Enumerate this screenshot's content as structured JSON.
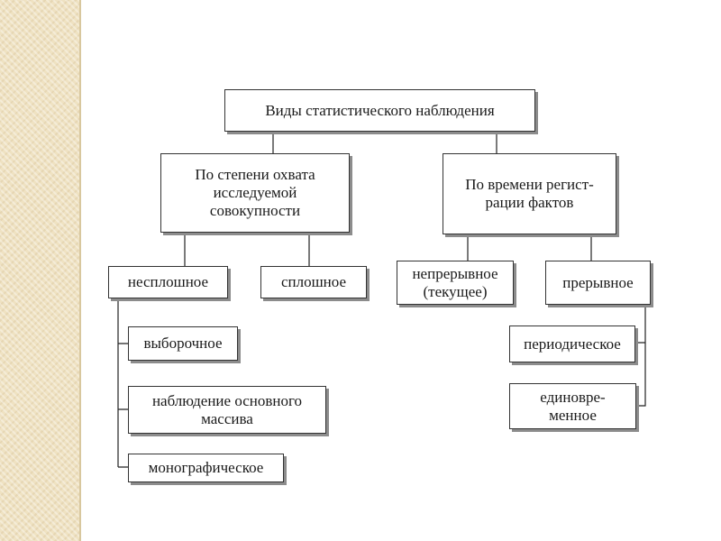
{
  "diagram": {
    "root": "Виды статистического наблюдения",
    "coverage": {
      "title": "По степени охвата\nисследуемой\nсовокупности",
      "partial": "несплошное",
      "complete": "сплошное",
      "partial_types": {
        "sample": "выборочное",
        "main_array": "наблюдение основного\nмассива",
        "monographic": "монографическое"
      }
    },
    "timing": {
      "title": "По времени регист-\nрации фактов",
      "continuous": "непрерывное\n(текущее)",
      "discontinuous": "прерывное",
      "discontinuous_types": {
        "periodic": "периодическое",
        "one_time": "единовре-\nменное"
      }
    }
  }
}
